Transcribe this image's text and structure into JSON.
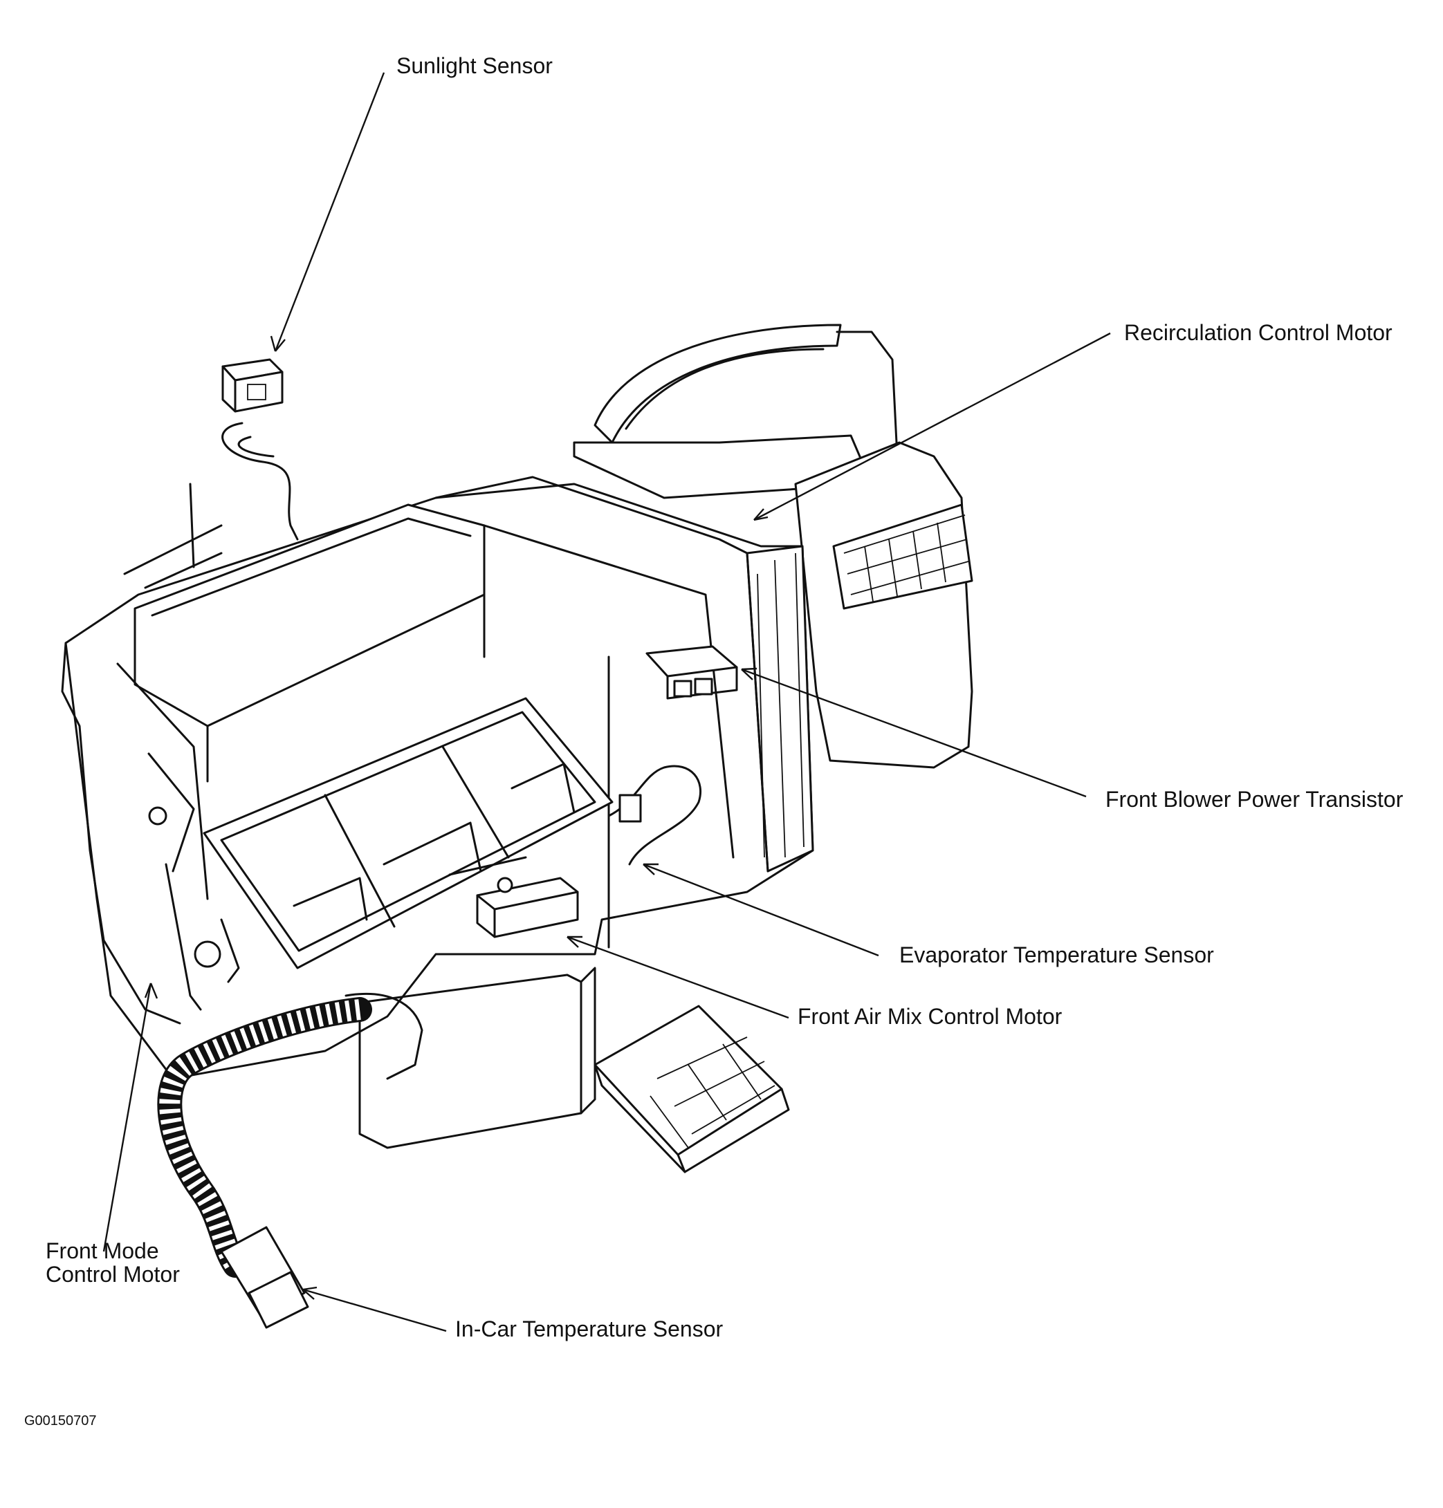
{
  "labels": {
    "sunlight_sensor": "Sunlight Sensor",
    "recirculation_control_motor": "Recirculation Control Motor",
    "front_blower_power_transistor": "Front Blower Power Transistor",
    "evaporator_temperature_sensor": "Evaporator Temperature Sensor",
    "front_air_mix_control_motor": "Front Air Mix Control Motor",
    "front_mode_control_motor": "Front Mode\nControl Motor",
    "in_car_temperature_sensor": "In-Car Temperature Sensor"
  },
  "figure_code": "G00150707"
}
